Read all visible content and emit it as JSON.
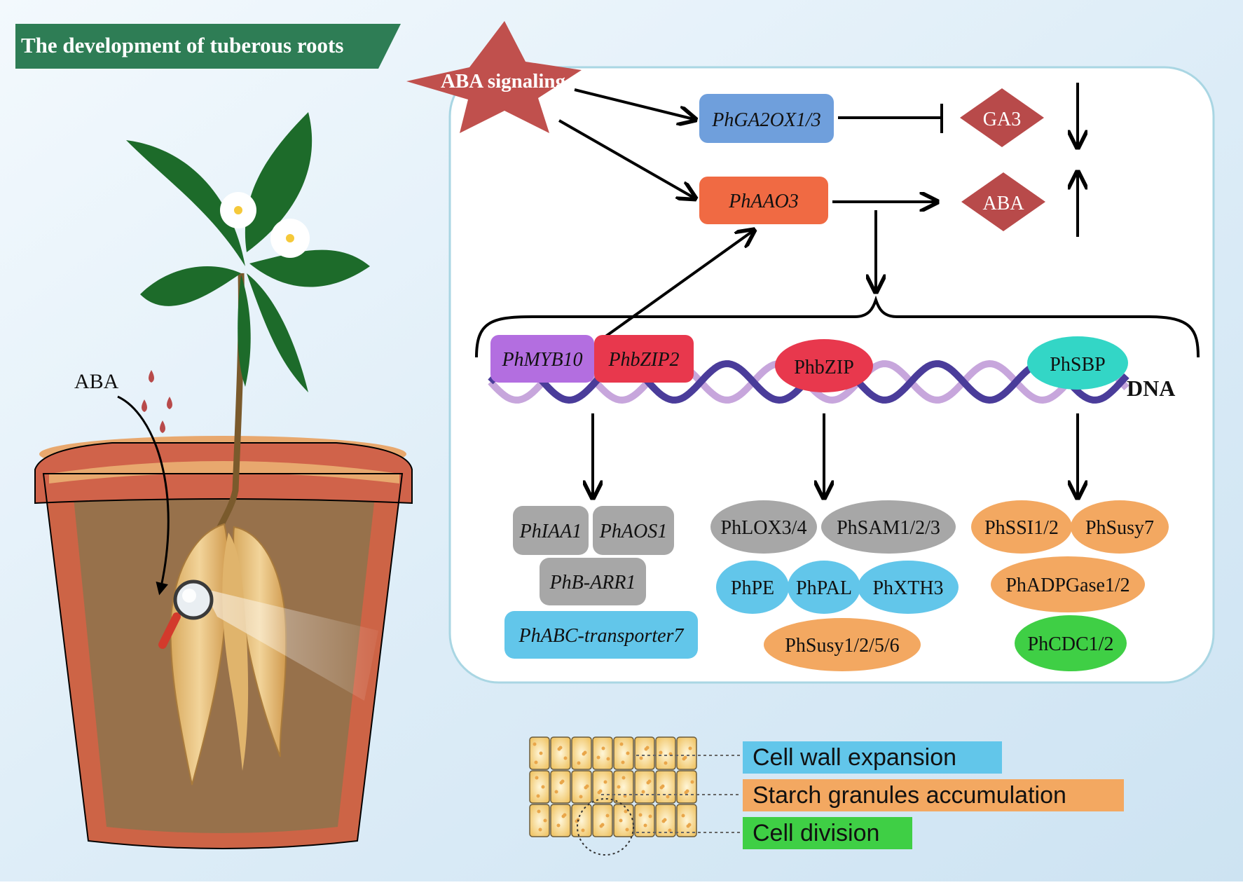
{
  "title": "The development of tuberous roots",
  "aba_signaling": "ABA signaling",
  "aba_drop_label": "ABA",
  "genes": {
    "ga2ox": "PhGA2OX1/3",
    "aao3": "PhAAO3"
  },
  "hormones": {
    "ga3": "GA3",
    "aba": "ABA"
  },
  "tf": {
    "myb10": "PhMYB10",
    "bzip2": "PhbZIP2",
    "bzip": "PhbZIP",
    "sbp": "PhSBP"
  },
  "dna_label": "DNA",
  "targets_left": [
    "PhIAA1",
    "PhAOS1",
    "PhB-ARR1",
    "PhABC-transporter7"
  ],
  "targets_mid": [
    "PhLOX3/4",
    "PhSAM1/2/3",
    "PhPE",
    "PhPAL",
    "PhXTH3",
    "PhSusy1/2/5/6"
  ],
  "targets_right": [
    "PhSSI1/2",
    "PhSusy7",
    "PhADPGase1/2",
    "PhCDC1/2"
  ],
  "legend": [
    {
      "label": "Cell wall expansion",
      "color": "#62c6ea"
    },
    {
      "label": "Starch granules accumulation",
      "color": "#f3a861"
    },
    {
      "label": "Cell division",
      "color": "#3fcf45"
    }
  ],
  "colors": {
    "title_banner": "#2e7d55",
    "star": "#c0504d",
    "ga2ox_box": "#6f9fdc",
    "aao3_box": "#f06a43",
    "hormone": "#b84a4a",
    "myb10": "#b36ee0",
    "bzip2": "#e8384d",
    "bzip": "#e8384d",
    "sbp": "#33d6c6",
    "gray": "#a7a7a7",
    "blue": "#62c6ea",
    "orange": "#f3a861",
    "green": "#3fcf45"
  }
}
